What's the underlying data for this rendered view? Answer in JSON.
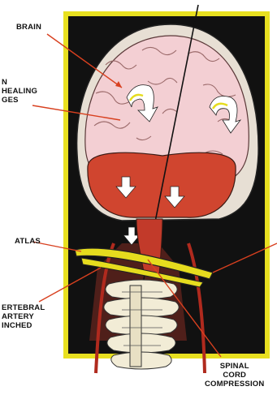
{
  "labels": {
    "brain": "BRAIN",
    "healing": [
      "N",
      "HEALING",
      "GES"
    ],
    "atlas": "ATLAS",
    "artery": [
      "ERTEBRAL",
      "ARTERY",
      "INCHED"
    ],
    "spinal": [
      "SPINAL",
      "CORD",
      "COMPRESSION"
    ]
  },
  "colors": {
    "frame": "#e8e020",
    "backdrop": "#111111",
    "brain": "#f3cfd3",
    "cerebellum": "#d0452f",
    "atlas_bar": "#e6dc1e",
    "arrow": "#ffffff",
    "label_pointer": "#d8401f",
    "spine": "#f2ecd6",
    "outline": "#222222"
  },
  "icons": [
    "down-arrow-icon",
    "curl-arrow-icon"
  ]
}
